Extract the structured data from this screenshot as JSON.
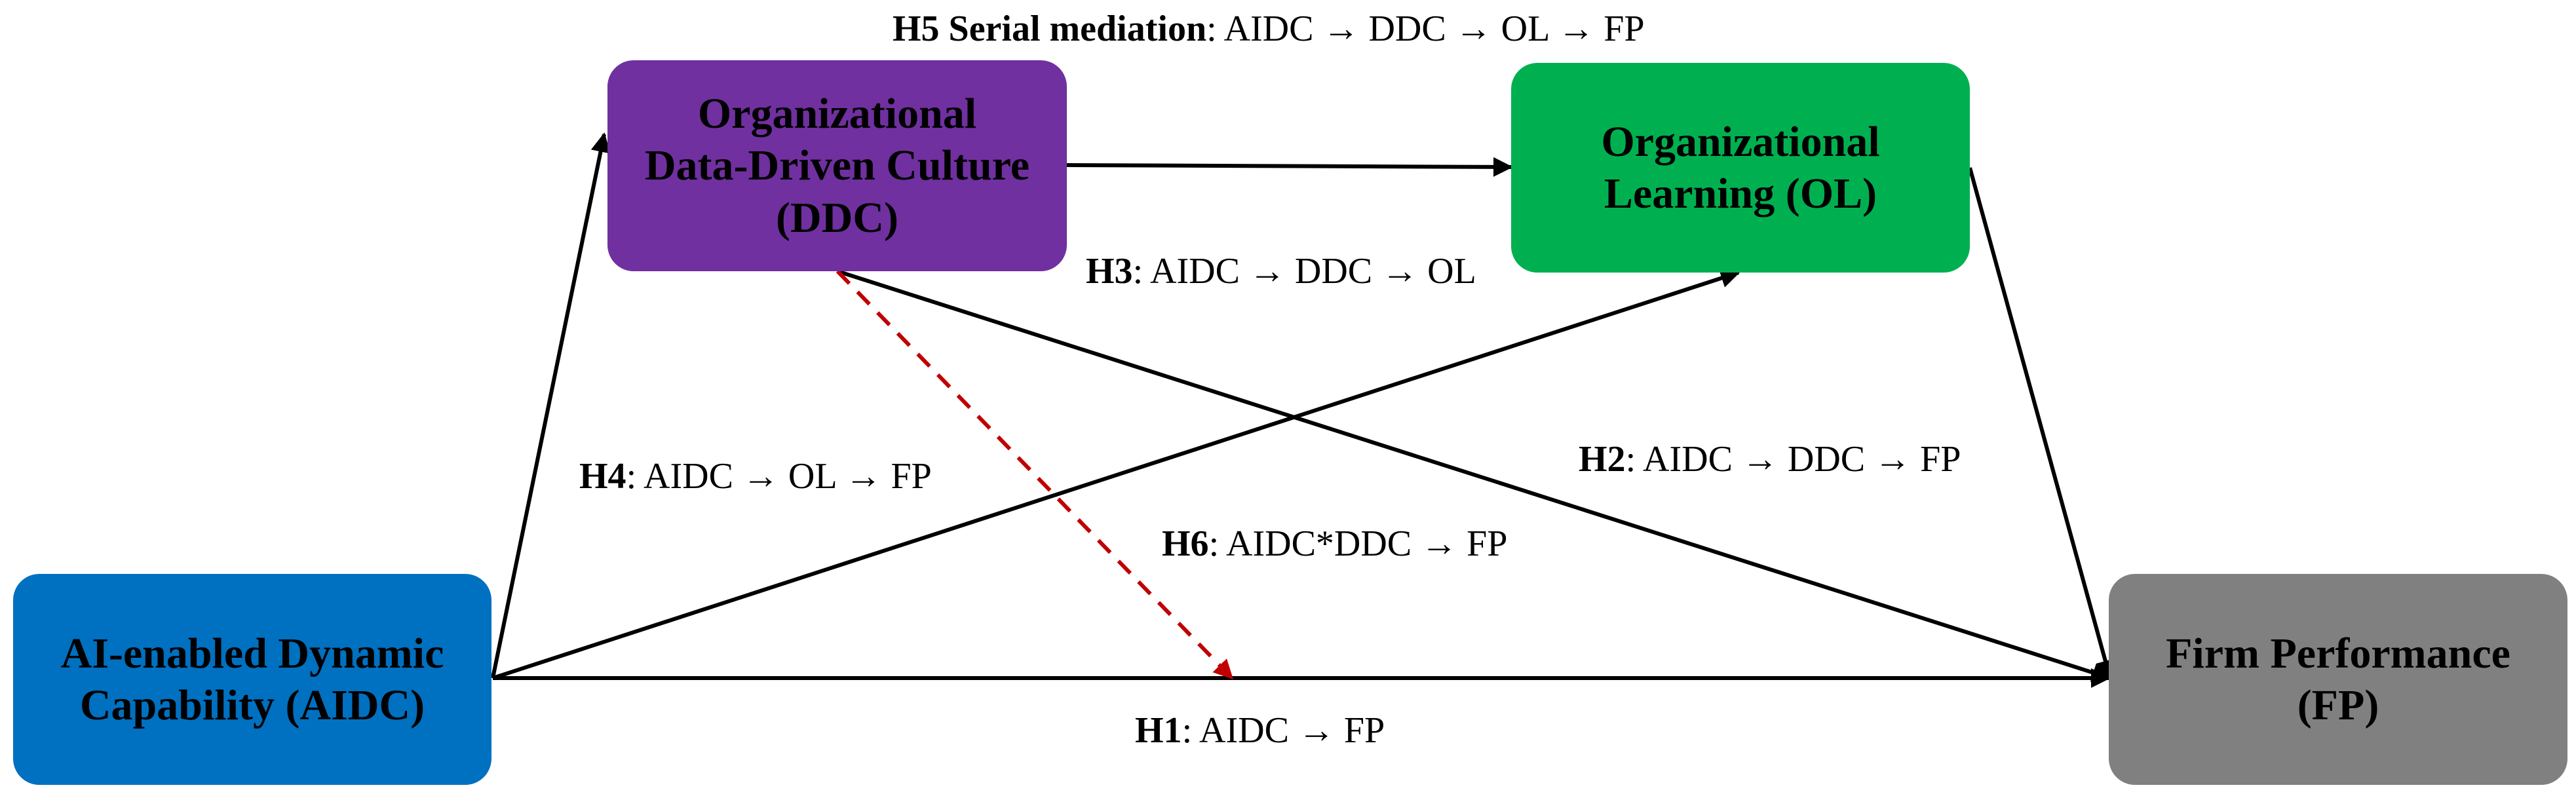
{
  "colors": {
    "aidc": "#0070C0",
    "ddc": "#7030A0",
    "ol": "#00B050",
    "fp": "#808080",
    "arrow": "#000000",
    "moderation_arrow": "#C00000"
  },
  "nodes": {
    "aidc": {
      "label": "AI-enabled Dynamic\nCapability (AIDC)"
    },
    "ddc": {
      "label": "Organizational\nData-Driven Culture\n(DDC)"
    },
    "ol": {
      "label": "Organizational\nLearning (OL)"
    },
    "fp": {
      "label": "Firm Performance\n(FP)"
    }
  },
  "hypotheses": {
    "h5": {
      "id": "H5 Serial mediation",
      "path": ": AIDC → DDC → OL → FP"
    },
    "h3": {
      "id": "H3",
      "path": ": AIDC → DDC → OL"
    },
    "h4": {
      "id": "H4",
      "path": ": AIDC → OL → FP"
    },
    "h2": {
      "id": "H2",
      "path": ": AIDC → DDC → FP"
    },
    "h6": {
      "id": "H6",
      "path": ": AIDC*DDC → FP"
    },
    "h1": {
      "id": "H1",
      "path": ": AIDC → FP"
    }
  }
}
